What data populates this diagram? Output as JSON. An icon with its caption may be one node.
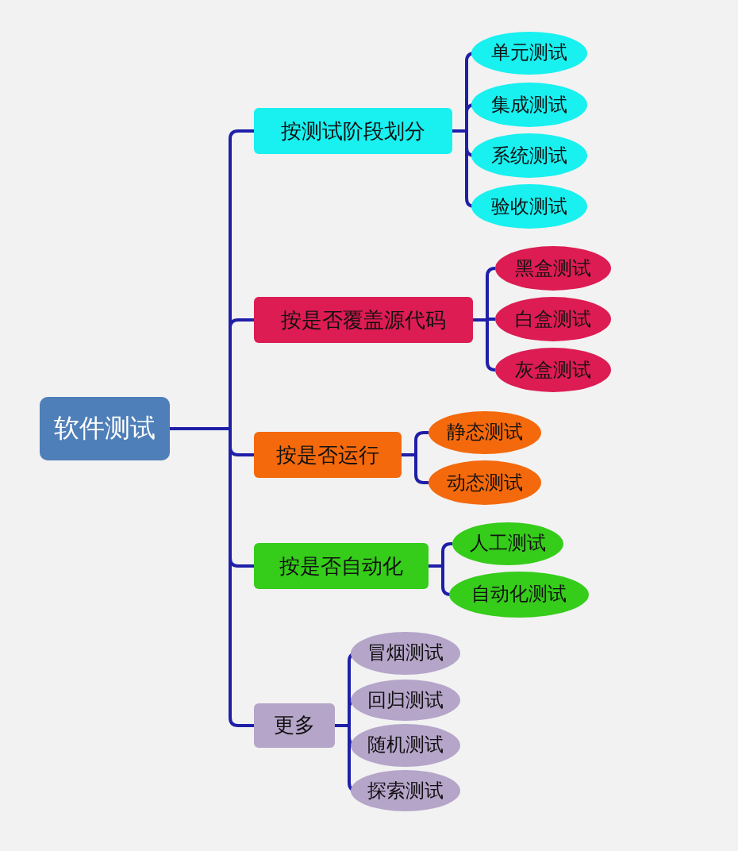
{
  "diagram": {
    "nodes": [
      {
        "text": [
          "软件测试"
        ]
      },
      {
        "text": [
          "按测试阶段划分"
        ]
      },
      {
        "text": [
          "单元测试"
        ]
      },
      {
        "text": [
          "集成测试"
        ]
      },
      {
        "text": [
          "系统测试"
        ]
      },
      {
        "text": [
          "验收测试"
        ]
      },
      {
        "text": [
          "按是否覆盖源代码"
        ]
      },
      {
        "text": [
          "黑盒测试"
        ]
      },
      {
        "text": [
          "白盒测试"
        ]
      },
      {
        "text": [
          "灰盒测试"
        ]
      },
      {
        "text": [
          "按是否运行"
        ]
      },
      {
        "text": [
          "静态测试"
        ]
      },
      {
        "text": [
          "动态测试"
        ]
      },
      {
        "text": [
          "按是否自动化"
        ]
      },
      {
        "text": [
          "人工测试"
        ]
      },
      {
        "text": [
          "自动化测试"
        ]
      },
      {
        "text": [
          "更多"
        ]
      },
      {
        "text": [
          "冒烟测试"
        ]
      },
      {
        "text": [
          "回归测试"
        ]
      },
      {
        "text": [
          "随机测试"
        ]
      },
      {
        "text": [
          "探索测试"
        ]
      }
    ],
    "edges": [
      {
        "from": 0,
        "to": 1,
        "arrow": "none"
      },
      {
        "from": 0,
        "to": 6,
        "arrow": "none"
      },
      {
        "from": 0,
        "to": 10,
        "arrow": "none"
      },
      {
        "from": 0,
        "to": 13,
        "arrow": "none"
      },
      {
        "from": 0,
        "to": 16,
        "arrow": "none"
      },
      {
        "from": 1,
        "to": 2,
        "arrow": "none"
      },
      {
        "from": 1,
        "to": 3,
        "arrow": "none"
      },
      {
        "from": 1,
        "to": 4,
        "arrow": "none"
      },
      {
        "from": 1,
        "to": 5,
        "arrow": "none"
      },
      {
        "from": 6,
        "to": 7,
        "arrow": "none"
      },
      {
        "from": 6,
        "to": 8,
        "arrow": "none"
      },
      {
        "from": 6,
        "to": 9,
        "arrow": "none"
      },
      {
        "from": 10,
        "to": 11,
        "arrow": "none"
      },
      {
        "from": 10,
        "to": 12,
        "arrow": "none"
      },
      {
        "from": 13,
        "to": 14,
        "arrow": "none"
      },
      {
        "from": 13,
        "to": 15,
        "arrow": "none"
      },
      {
        "from": 16,
        "to": 17,
        "arrow": "none"
      },
      {
        "from": 16,
        "to": 18,
        "arrow": "none"
      },
      {
        "from": 16,
        "to": 19,
        "arrow": "none"
      },
      {
        "from": 16,
        "to": 20,
        "arrow": "none"
      }
    ]
  }
}
